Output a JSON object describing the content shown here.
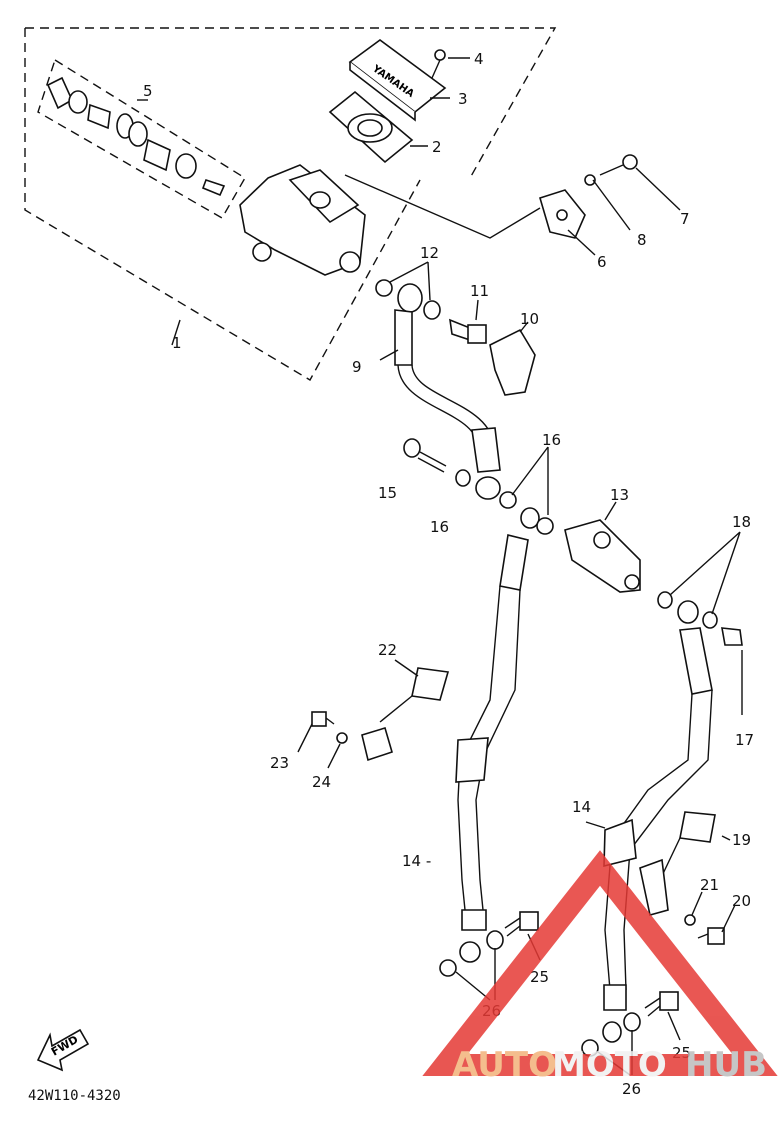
{
  "diagram": {
    "code": "42W110-4320",
    "fwd_label": "FWD",
    "callouts": {
      "p1": "1",
      "p2": "2",
      "p3": "3",
      "p4": "4",
      "p5": "5",
      "p6": "6",
      "p7": "7",
      "p8": "8",
      "p9": "9",
      "p10": "10",
      "p11": "11",
      "p12": "12",
      "p13": "13",
      "p14a": "14 -",
      "p14b": "14",
      "p15": "15",
      "p16a": "16",
      "p16b": "16",
      "p17": "17",
      "p18": "18",
      "p19": "19",
      "p20": "20",
      "p21": "21",
      "p22": "22",
      "p23": "23",
      "p24": "24",
      "p25a": "25",
      "p25b": "25",
      "p26a": "26",
      "p26b": "26"
    }
  },
  "watermark": {
    "part1": "AUTO",
    "part2": "MOTO",
    "part3": "HUB",
    "color": "#e53935"
  }
}
